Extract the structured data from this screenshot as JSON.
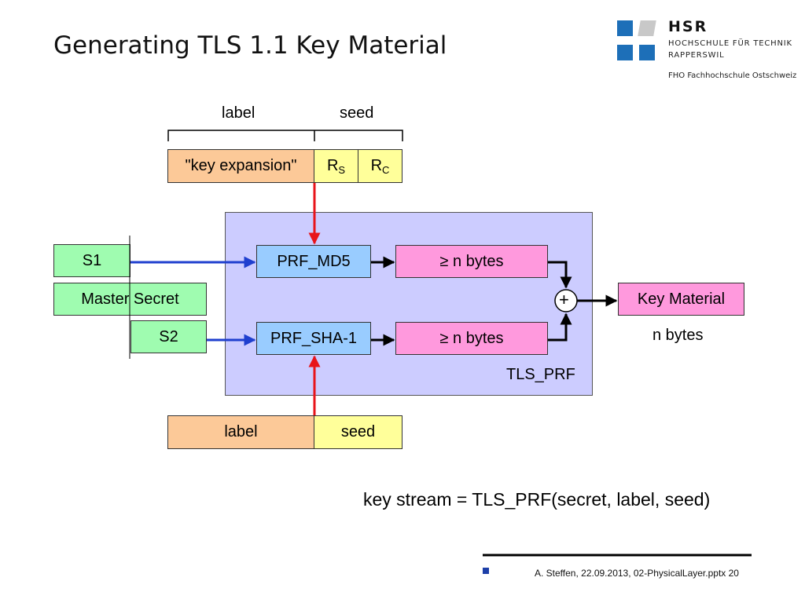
{
  "slide": {
    "title": "Generating TLS 1.1 Key Material",
    "formula": "key stream = TLS_PRF(secret, label, seed)",
    "footer": "A. Steffen, 22.09.2013, 02-PhysicalLayer.pptx 20"
  },
  "logo": {
    "name": "HSR",
    "line1": "HOCHSCHULE FÜR TECHNIK",
    "line2": "RAPPERSWIL",
    "line3": "FHO Fachhochschule Ostschweiz",
    "colors": {
      "blue": "#1d6fb8",
      "grey": "#c8c8c8"
    }
  },
  "diagram": {
    "top_brace_labels": {
      "label": "label",
      "seed": "seed"
    },
    "top_input": {
      "label_value": "\"key expansion\"",
      "seed_rs": {
        "base": "R",
        "sub": "S"
      },
      "seed_rc": {
        "base": "R",
        "sub": "C"
      }
    },
    "secret": {
      "s1": "S1",
      "master": "Master Secret",
      "s2": "S2"
    },
    "prf": {
      "md5": "PRF_MD5",
      "sha1": "PRF_SHA-1",
      "out_md5": "≥ n bytes",
      "out_sha1": "≥ n bytes",
      "combiner": "+",
      "container_label": "TLS_PRF"
    },
    "output": {
      "label": "Key Material",
      "size": "n bytes"
    },
    "bottom_input": {
      "label": "label",
      "seed": "seed"
    },
    "colors": {
      "orange": "#fcc998",
      "yellow": "#ffff9a",
      "green": "#9ffcb0",
      "blue": "#99ccff",
      "pink": "#ff99dd",
      "container": "#ccccff",
      "arrow_red": "#e8141a",
      "arrow_blue": "#1f3fcf"
    }
  }
}
